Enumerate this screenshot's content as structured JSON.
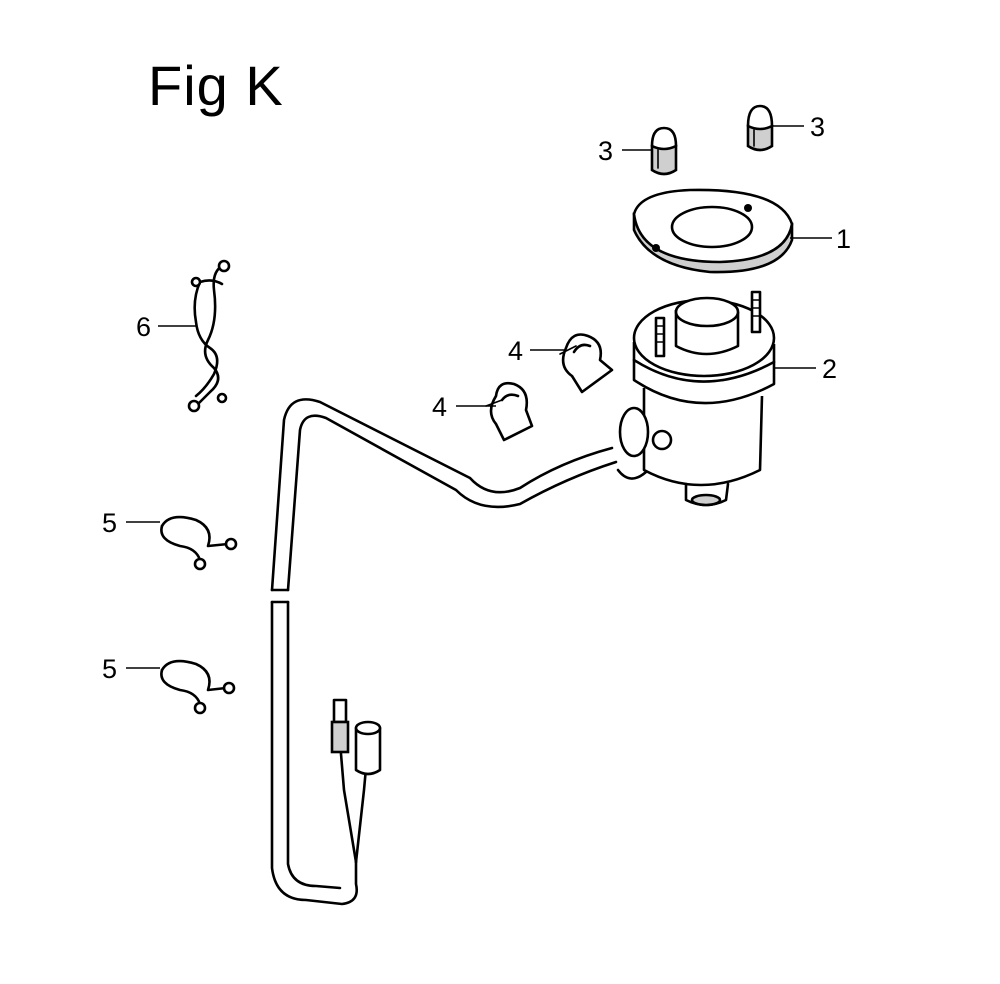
{
  "diagram": {
    "title": "Fig K",
    "callouts": {
      "part1": "1",
      "part2": "2",
      "part3_left": "3",
      "part3_right": "3",
      "part4_upper": "4",
      "part4_lower": "4",
      "part5_upper": "5",
      "part5_lower": "5",
      "part6": "6"
    }
  }
}
